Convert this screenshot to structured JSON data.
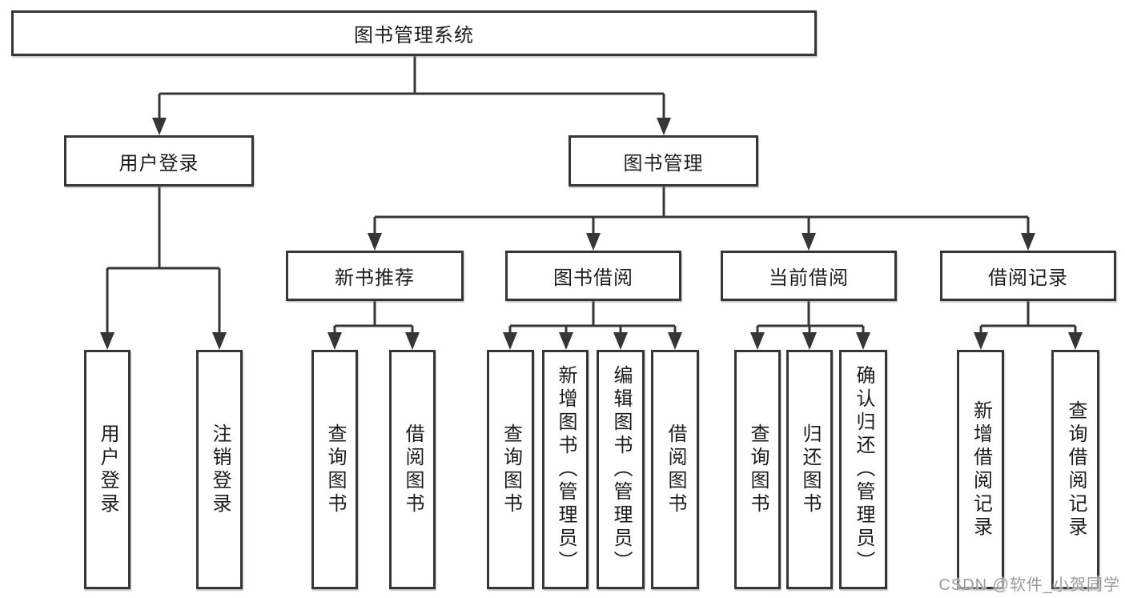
{
  "tree": {
    "root": {
      "label": "图书管理系统"
    },
    "user_login": {
      "label": "用户登录",
      "children": [
        {
          "label": "用户登录"
        },
        {
          "label": "注销登录"
        }
      ]
    },
    "book_mgmt": {
      "label": "图书管理",
      "sections": [
        {
          "label": "新书推荐",
          "children": [
            {
              "label": "查询图书"
            },
            {
              "label": "借阅图书"
            }
          ]
        },
        {
          "label": "图书借阅",
          "children": [
            {
              "label": "查询图书"
            },
            {
              "label": "新增图书（管理员）"
            },
            {
              "label": "编辑图书（管理员）"
            },
            {
              "label": "借阅图书"
            }
          ]
        },
        {
          "label": "当前借阅",
          "children": [
            {
              "label": "查询图书"
            },
            {
              "label": "归还图书"
            },
            {
              "label": "确认归还（管理员）"
            }
          ]
        },
        {
          "label": "借阅记录",
          "children": [
            {
              "label": "新增借阅记录"
            },
            {
              "label": "查询借阅记录"
            }
          ]
        }
      ]
    }
  },
  "watermark": {
    "text": "CSDN @软件_小贺同学"
  },
  "colors": {
    "line": "#363636",
    "box_border": "#363636",
    "text": "#1c1c1c",
    "watermark": "#9a9a9a",
    "background": "#ffffff"
  }
}
